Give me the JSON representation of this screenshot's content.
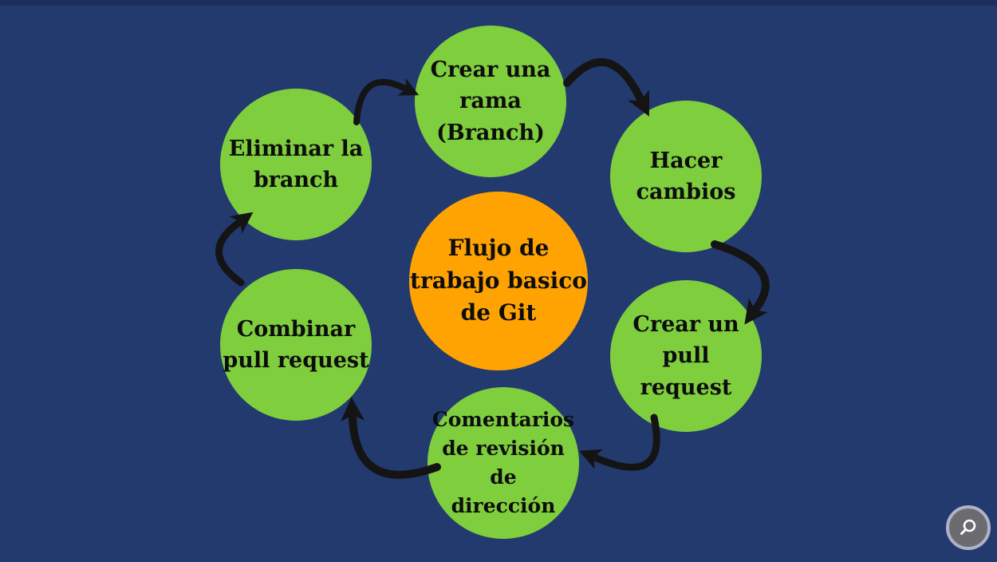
{
  "diagram": {
    "center": {
      "id": "flujo-git",
      "label": "Flujo de\ntrabajo basico\nde Git"
    },
    "nodes": [
      {
        "id": "crear-rama",
        "label": "Crear una\nrama\n(Branch)"
      },
      {
        "id": "hacer-cambios",
        "label": "Hacer\ncambios"
      },
      {
        "id": "crear-pull-request",
        "label": "Crear un pull\nrequest"
      },
      {
        "id": "comentarios-revision",
        "label": "Comentarios\nde revisión de\ndirección"
      },
      {
        "id": "combinar-pull-request",
        "label": "Combinar\npull request"
      },
      {
        "id": "eliminar-branch",
        "label": "Eliminar la\nbranch"
      }
    ],
    "connections": [
      {
        "from": "crear-rama",
        "to": "hacer-cambios"
      },
      {
        "from": "hacer-cambios",
        "to": "crear-pull-request"
      },
      {
        "from": "crear-pull-request",
        "to": "comentarios-revision"
      },
      {
        "from": "comentarios-revision",
        "to": "combinar-pull-request"
      },
      {
        "from": "combinar-pull-request",
        "to": "eliminar-branch"
      },
      {
        "from": "eliminar-branch",
        "to": "crear-rama"
      }
    ],
    "colors": {
      "background": "#233A6F",
      "top_strip": "#1D2F5A",
      "node_fill": "#7FCE3E",
      "center_fill": "#FFA302",
      "arrow": "#141414",
      "text": "#0D0D0D"
    }
  },
  "controls": {
    "zoom_button": {
      "icon": "magnifier",
      "ring_color": "#AEB3C6",
      "fill_color": "#6B6B70",
      "glyph_color": "#FFFFFF"
    }
  }
}
